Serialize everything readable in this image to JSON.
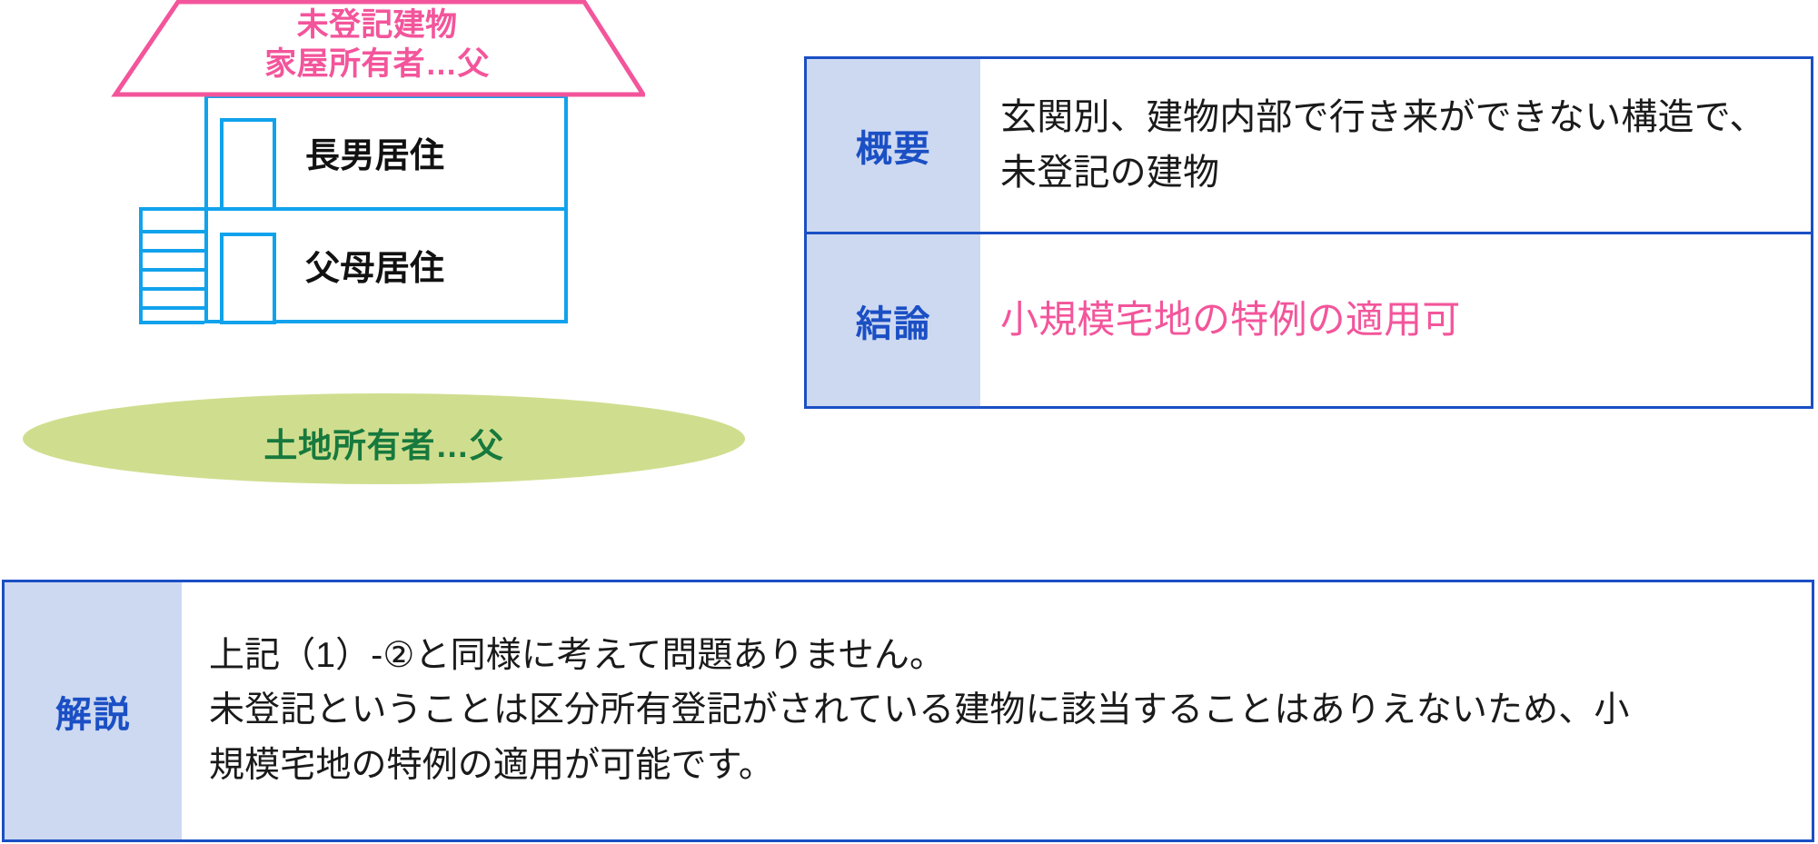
{
  "figure": {
    "roof": {
      "text": "未登記建物\n家屋所有者…父",
      "stroke_color": "#F3559B",
      "text_color": "#F3559B"
    },
    "floors": [
      {
        "name": "upper-floor",
        "label": "長男居住"
      },
      {
        "name": "lower-floor",
        "label": "父母居住"
      }
    ],
    "ground": {
      "label": "土地所有者…父",
      "fill_color": "#CFDE8E",
      "text_color": "#17793D"
    },
    "house_outline_color": "#11A2EC"
  },
  "summary": {
    "accent_color": "#1B4FC4",
    "label_bg_color": "#CDD9F1",
    "rows": [
      {
        "name": "overview",
        "label": "概要",
        "value": "玄関別、建物内部で行き来ができない構造で、未登記の建物",
        "value_color": "#1A1A1A"
      },
      {
        "name": "conclusion",
        "label": "結論",
        "value": "小規模宅地の特例の適用可",
        "value_color": "#F3559B"
      }
    ]
  },
  "explanation": {
    "label": "解説",
    "accent_color": "#1B4FC4",
    "label_bg_color": "#CDD9F1",
    "lines": [
      "上記（1）-②と同様に考えて問題ありません。",
      "未登記ということは区分所有登記がされている建物に該当することはありえないため、小",
      "規模宅地の特例の適用が可能です。"
    ]
  }
}
